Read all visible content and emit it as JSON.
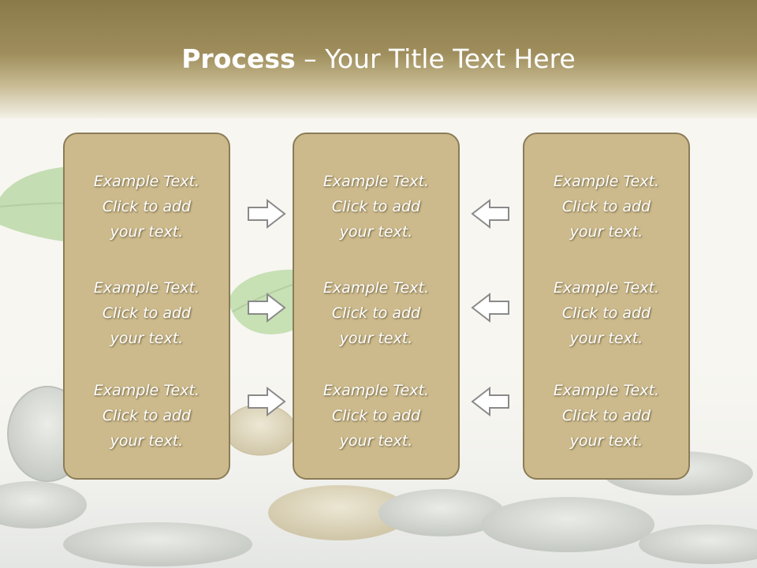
{
  "title": {
    "bold": "Process",
    "rest": " – Your Title Text Here"
  },
  "cards": [
    {
      "items": [
        {
          "line1": "Example Text.",
          "line2": "Click  to add",
          "line3": "your text."
        },
        {
          "line1": "Example Text.",
          "line2": "Click  to add",
          "line3": "your text."
        },
        {
          "line1": "Example Text.",
          "line2": "Click  to add",
          "line3": "your text."
        }
      ]
    },
    {
      "items": [
        {
          "line1": "Example Text.",
          "line2": "Click  to add",
          "line3": "your text."
        },
        {
          "line1": "Example Text.",
          "line2": "Click  to add",
          "line3": "your text."
        },
        {
          "line1": "Example Text.",
          "line2": "Click  to add",
          "line3": "your text."
        }
      ]
    },
    {
      "items": [
        {
          "line1": "Example Text.",
          "line2": "Click  to add",
          "line3": "your text."
        },
        {
          "line1": "Example Text.",
          "line2": "Click  to add",
          "line3": "your text."
        },
        {
          "line1": "Example Text.",
          "line2": "Click  to add",
          "line3": "your text."
        }
      ]
    }
  ],
  "arrows": {
    "left_column": [
      "arrow-right-icon",
      "arrow-right-icon",
      "arrow-right-icon"
    ],
    "right_column": [
      "arrow-left-icon",
      "arrow-left-icon",
      "arrow-left-icon"
    ]
  },
  "colors": {
    "title_band": "#9f8e5c",
    "card_fill": "#ccba8c",
    "card_border": "#8b7c58",
    "text": "#ffffff",
    "arrow_fill": "#ffffff",
    "arrow_stroke": "#8a8a8a"
  }
}
